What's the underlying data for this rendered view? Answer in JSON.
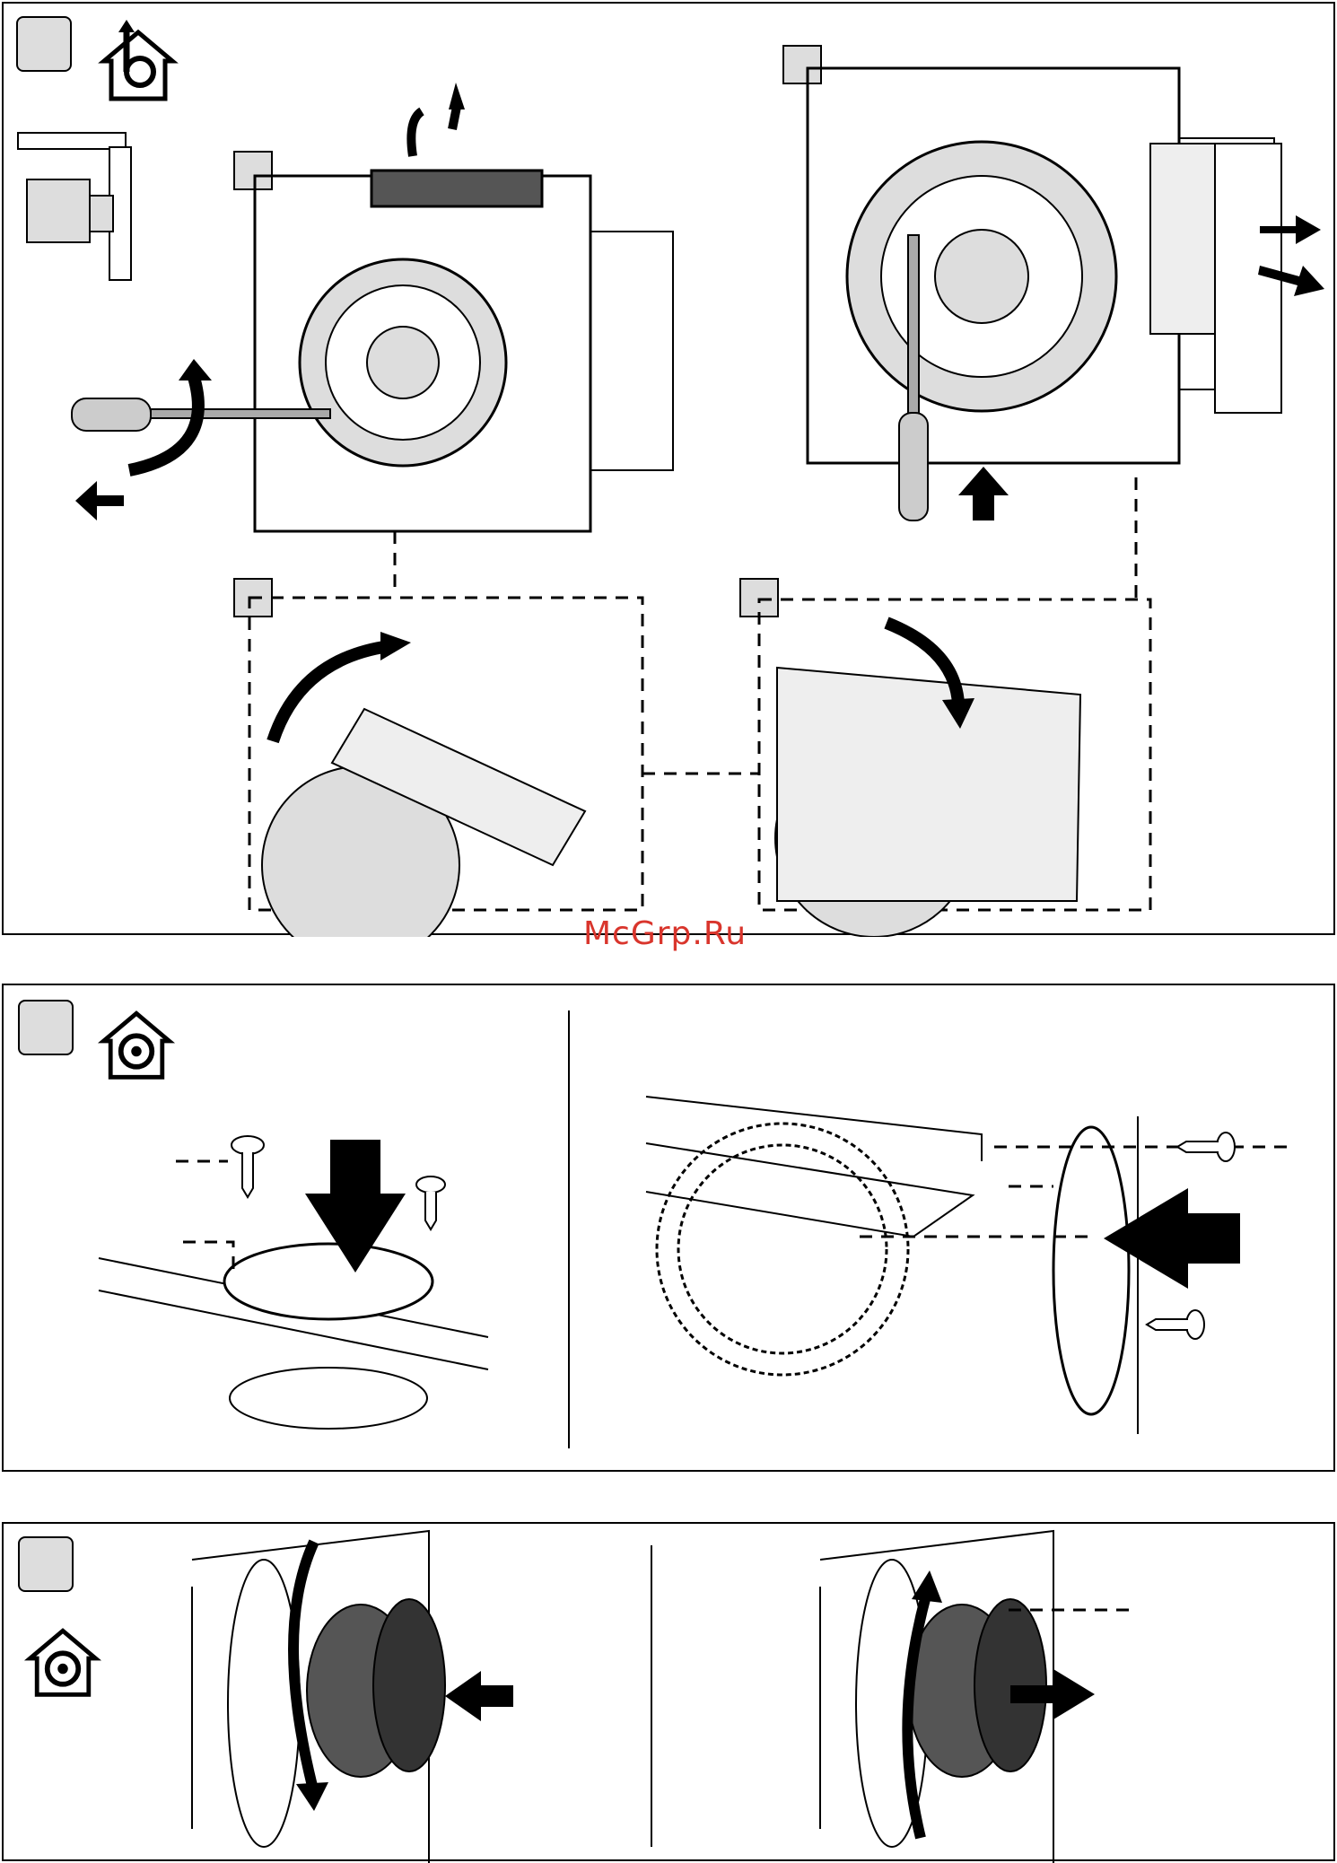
{
  "watermark": "McGrp.Ru",
  "panels": [
    {
      "id": "ducted-mode",
      "icon": "ducted-exhaust-house-icon"
    },
    {
      "id": "recirculation-grille",
      "icon": "recirculation-house-icon"
    },
    {
      "id": "carbon-filter",
      "icon": "recirculation-house-icon"
    }
  ],
  "colors": {
    "line": "#000000",
    "fill_light": "#dddddd",
    "filter": "#555555",
    "watermark": "#d9352c"
  }
}
